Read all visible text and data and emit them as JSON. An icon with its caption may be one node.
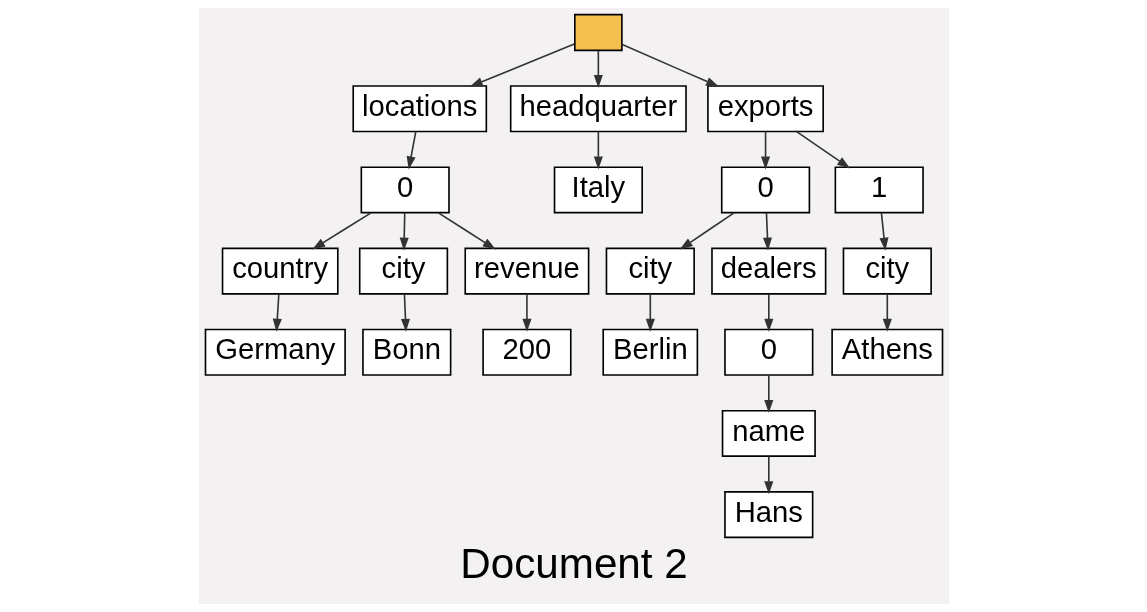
{
  "diagram": {
    "caption": "Document 2",
    "nodes": [
      {
        "text": [],
        "shape": "box"
      },
      {
        "text": [
          "locations"
        ]
      },
      {
        "text": [
          "headquarter"
        ]
      },
      {
        "text": [
          "exports"
        ]
      },
      {
        "text": [
          "0"
        ]
      },
      {
        "text": [
          "Italy"
        ]
      },
      {
        "text": [
          "0"
        ]
      },
      {
        "text": [
          "1"
        ]
      },
      {
        "text": [
          "country"
        ]
      },
      {
        "text": [
          "city"
        ]
      },
      {
        "text": [
          "revenue"
        ]
      },
      {
        "text": [
          "city"
        ]
      },
      {
        "text": [
          "dealers"
        ]
      },
      {
        "text": [
          "city"
        ]
      },
      {
        "text": [
          "Germany"
        ]
      },
      {
        "text": [
          "Bonn"
        ]
      },
      {
        "text": [
          "200"
        ]
      },
      {
        "text": [
          "Berlin"
        ]
      },
      {
        "text": [
          "0"
        ]
      },
      {
        "text": [
          "Athens"
        ]
      },
      {
        "text": [
          "name"
        ]
      },
      {
        "text": [
          "Hans"
        ]
      }
    ],
    "edges": [
      {
        "from": 0,
        "to": 1,
        "arrow": "to"
      },
      {
        "from": 0,
        "to": 2,
        "arrow": "to"
      },
      {
        "from": 0,
        "to": 3,
        "arrow": "to"
      },
      {
        "from": 1,
        "to": 4,
        "arrow": "to"
      },
      {
        "from": 2,
        "to": 5,
        "arrow": "to"
      },
      {
        "from": 3,
        "to": 6,
        "arrow": "to"
      },
      {
        "from": 3,
        "to": 7,
        "arrow": "to"
      },
      {
        "from": 4,
        "to": 8,
        "arrow": "to"
      },
      {
        "from": 4,
        "to": 9,
        "arrow": "to"
      },
      {
        "from": 4,
        "to": 10,
        "arrow": "to"
      },
      {
        "from": 6,
        "to": 11,
        "arrow": "to"
      },
      {
        "from": 6,
        "to": 12,
        "arrow": "to"
      },
      {
        "from": 7,
        "to": 13,
        "arrow": "to"
      },
      {
        "from": 8,
        "to": 14,
        "arrow": "to"
      },
      {
        "from": 9,
        "to": 15,
        "arrow": "to"
      },
      {
        "from": 10,
        "to": 16,
        "arrow": "to"
      },
      {
        "from": 11,
        "to": 17,
        "arrow": "to"
      },
      {
        "from": 12,
        "to": 18,
        "arrow": "to"
      },
      {
        "from": 13,
        "to": 19,
        "arrow": "to"
      },
      {
        "from": 18,
        "to": 20,
        "arrow": "to"
      },
      {
        "from": 20,
        "to": 21,
        "arrow": "to"
      }
    ]
  }
}
